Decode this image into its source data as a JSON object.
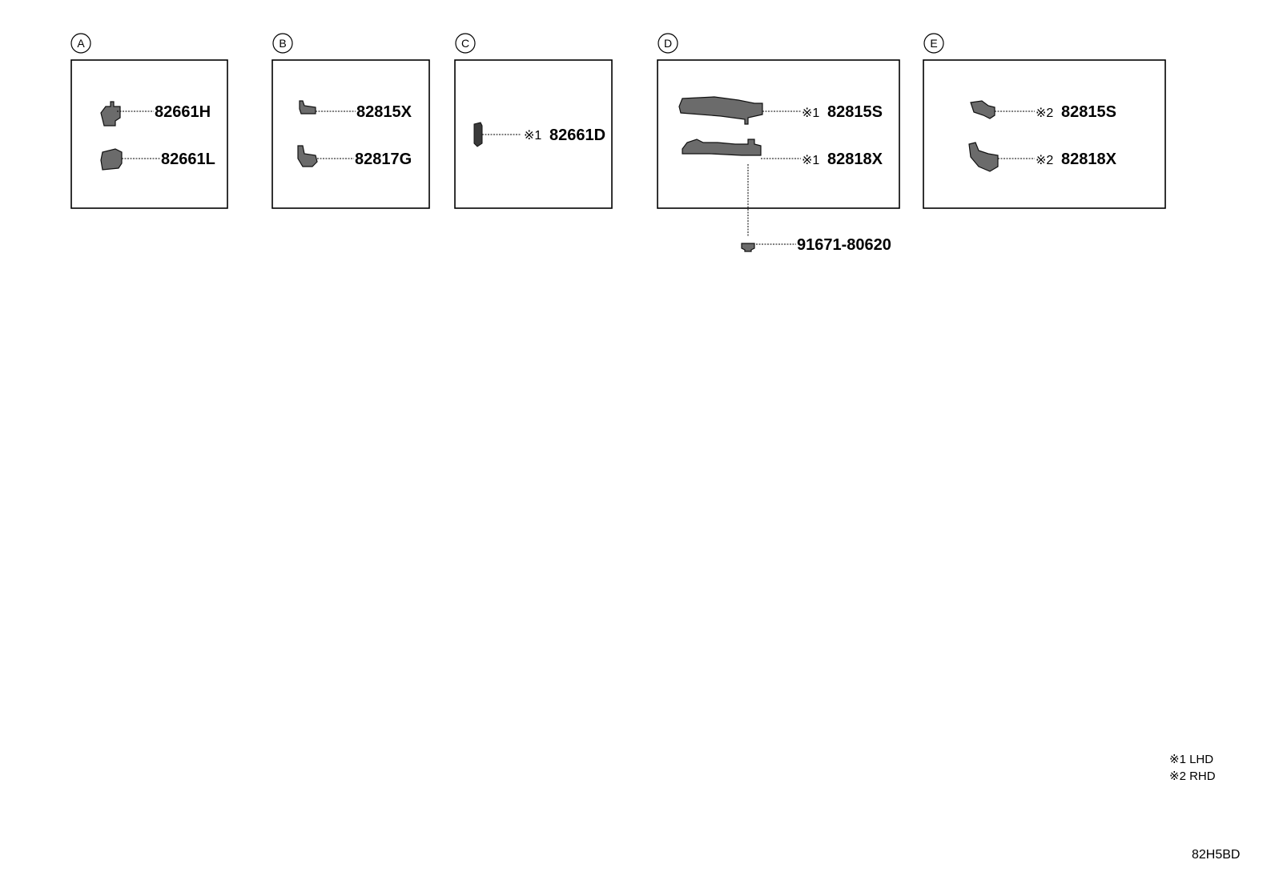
{
  "sections": [
    {
      "id": "A",
      "callouts": [
        {
          "mark": "",
          "number": "82661H"
        },
        {
          "mark": "",
          "number": "82661L"
        }
      ]
    },
    {
      "id": "B",
      "callouts": [
        {
          "mark": "",
          "number": "82815X"
        },
        {
          "mark": "",
          "number": "82817G"
        }
      ]
    },
    {
      "id": "C",
      "callouts": [
        {
          "mark": "※1",
          "number": "82661D"
        }
      ]
    },
    {
      "id": "D",
      "callouts": [
        {
          "mark": "※1",
          "number": "82815S"
        },
        {
          "mark": "※1",
          "number": "82818X"
        }
      ],
      "external_part": "91671-80620"
    },
    {
      "id": "E",
      "callouts": [
        {
          "mark": "※2",
          "number": "82815S"
        },
        {
          "mark": "※2",
          "number": "82818X"
        }
      ]
    }
  ],
  "legend": [
    "※1 LHD",
    "※2 RHD"
  ],
  "diagram_code": "82H5BD",
  "icons": {
    "section_marker": "circled-letter",
    "bolt": "bolt-icon"
  }
}
